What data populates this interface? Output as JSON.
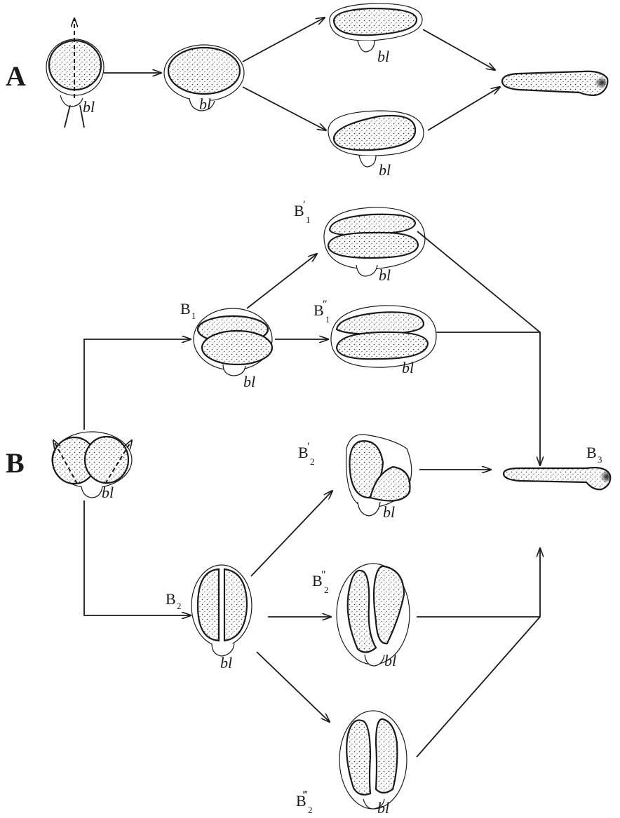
{
  "labels": {
    "row_a": "A",
    "row_b": "B",
    "b1": {
      "base": "B",
      "sub": "1",
      "prime": ""
    },
    "b1p": {
      "base": "B",
      "sub": "1",
      "prime": "′"
    },
    "b1pp": {
      "base": "B",
      "sub": "1",
      "prime": "″"
    },
    "b2": {
      "base": "B",
      "sub": "2",
      "prime": ""
    },
    "b2p": {
      "base": "B",
      "sub": "2",
      "prime": "′"
    },
    "b2pp": {
      "base": "B",
      "sub": "2",
      "prime": "″"
    },
    "b2ppp": {
      "base": "B",
      "sub": "2",
      "prime": "‴"
    },
    "b3": {
      "base": "B",
      "sub": "3",
      "prime": ""
    }
  },
  "blastopore_label": "bl",
  "colors": {
    "ink": "#1a1a1a",
    "background": "#ffffff"
  }
}
